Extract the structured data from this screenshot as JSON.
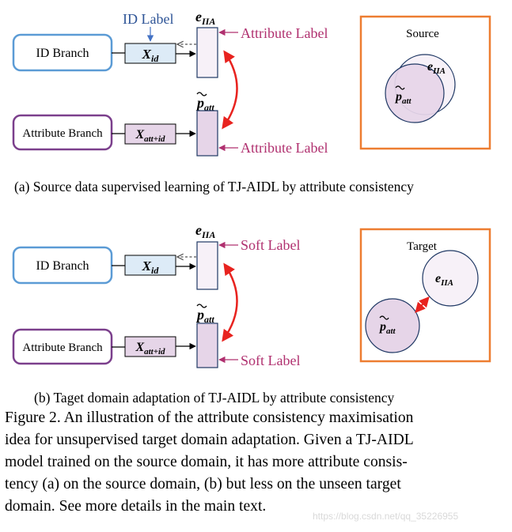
{
  "panel_a": {
    "id_label": "ID Label",
    "id_branch": "ID Branch",
    "attribute_branch": "Attribute Branch",
    "x_id": "X",
    "x_id_sub": "id",
    "x_att": "X",
    "x_att_sub": "att+id",
    "e_iia": "e",
    "e_iia_sub": "IIA",
    "p_att": "p",
    "p_att_sub": "att",
    "label_top": "Attribute Label",
    "label_bottom": "Attribute Label",
    "domain_title": "Source",
    "caption": "(a)  Source data supervised learning of TJ-AIDL by attribute consistency"
  },
  "panel_b": {
    "id_branch": "ID Branch",
    "attribute_branch": "Attribute Branch",
    "x_id": "X",
    "x_id_sub": "id",
    "x_att": "X",
    "x_att_sub": "att+id",
    "e_iia": "e",
    "e_iia_sub": "IIA",
    "p_att": "p",
    "p_att_sub": "att",
    "label_top": "Soft Label",
    "label_bottom": "Soft Label",
    "domain_title": "Target",
    "caption": "(b)  Taget domain adaptation of TJ-AIDL by attribute consistency"
  },
  "figure_caption_lines": [
    "Figure 2. An illustration of the attribute consistency maximisation",
    "idea for unsupervised target domain adaptation. Given a TJ-AIDL",
    "model trained on the source domain, it has more attribute consis-",
    "tency (a) on the source domain, (b) but less on the unseen target",
    "domain. See more details in the main text."
  ],
  "watermark": "https://blog.csdn.net/qq_35226955",
  "colors": {
    "id_blue": "#5b9bd5",
    "attr_purple": "#7b3f8c",
    "label_pink": "#b0306f",
    "id_label_blue": "#2f5597",
    "orange": "#ed7d31",
    "red_arrow": "#e8231f",
    "light_blue_fill": "#ddebf7",
    "light_purple_fill": "#e6d5e8",
    "pale_fill": "#f7f1f8"
  }
}
